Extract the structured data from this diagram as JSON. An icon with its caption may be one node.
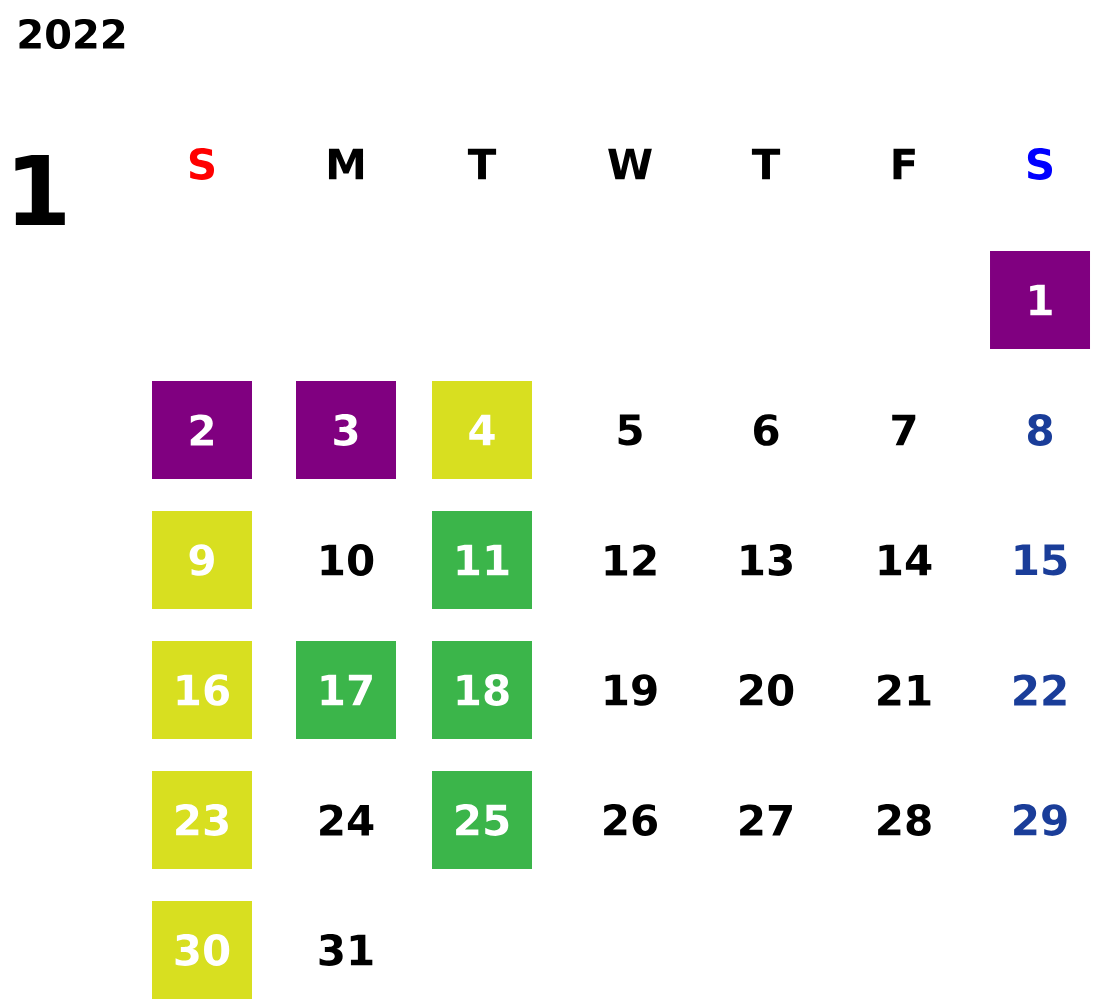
{
  "diagram": {
    "nodes": [
      {
        "text": [
          "1"
        ]
      },
      {
        "text": [
          "2"
        ]
      },
      {
        "text": [
          "3"
        ]
      },
      {
        "text": [
          "4"
        ]
      },
      {
        "text": [
          "9"
        ]
      },
      {
        "text": [
          "11"
        ]
      },
      {
        "text": [
          "16"
        ]
      },
      {
        "text": [
          "17"
        ]
      },
      {
        "text": [
          "18"
        ]
      },
      {
        "text": [
          "23"
        ]
      },
      {
        "text": [
          "25"
        ]
      },
      {
        "text": [
          "30"
        ]
      }
    ],
    "labels": [
      "2022",
      "1",
      "S",
      "M",
      "T",
      "W",
      "T",
      "F",
      "S",
      "5",
      "6",
      "7",
      "8",
      "10",
      "12",
      "13",
      "14",
      "15",
      "19",
      "20",
      "21",
      "22",
      "24",
      "26",
      "27",
      "28",
      "29",
      "31"
    ]
  }
}
